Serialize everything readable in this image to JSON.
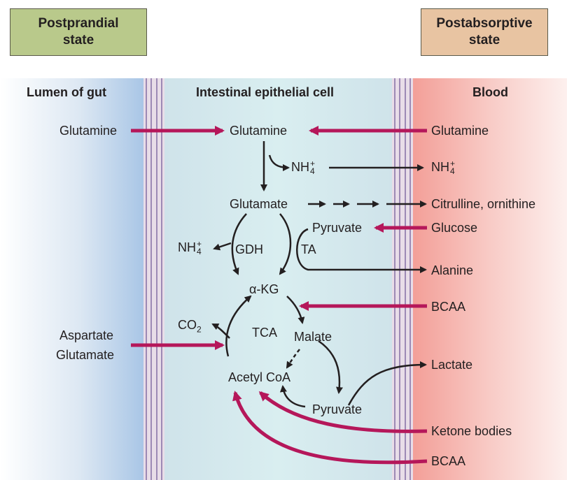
{
  "header": {
    "left_state": [
      "Postprandial",
      "state"
    ],
    "right_state": [
      "Postabsorptive",
      "state"
    ]
  },
  "columns": {
    "lumen": "Lumen of gut",
    "cell": "Intestinal epithelial cell",
    "blood": "Blood"
  },
  "labels": {
    "glutamine_lumen": "Glutamine",
    "glutamine_cell": "Glutamine",
    "glutamine_blood": "Glutamine",
    "nh4_cell": "NH",
    "nh4_blood": "NH",
    "nh4_left": "NH",
    "nh4_sub": "4",
    "nh4_sup": "+",
    "glutamate": "Glutamate",
    "citrulline": "Citrulline, ornithine",
    "pyruvate_top": "Pyruvate",
    "glucose": "Glucose",
    "gdh": "GDH",
    "ta": "TA",
    "alanine": "Alanine",
    "akg": "α-KG",
    "bcaa_top": "BCAA",
    "co2": "CO",
    "co2_sub": "2",
    "tca": "TCA",
    "malate": "Malate",
    "aspartate": "Aspartate",
    "glutamate_lumen": "Glutamate",
    "lactate": "Lactate",
    "acetyl_coa": "Acetyl CoA",
    "pyruvate_bottom": "Pyruvate",
    "ketone_bodies": "Ketone bodies",
    "bcaa_bottom": "BCAA"
  },
  "colors": {
    "arrow_magenta": "#b5175a",
    "arrow_black": "#231f20",
    "lumen_blue": "#bcd3ea",
    "blood_red": "#f3b3ad",
    "cell_teal": "#d6ecef"
  }
}
